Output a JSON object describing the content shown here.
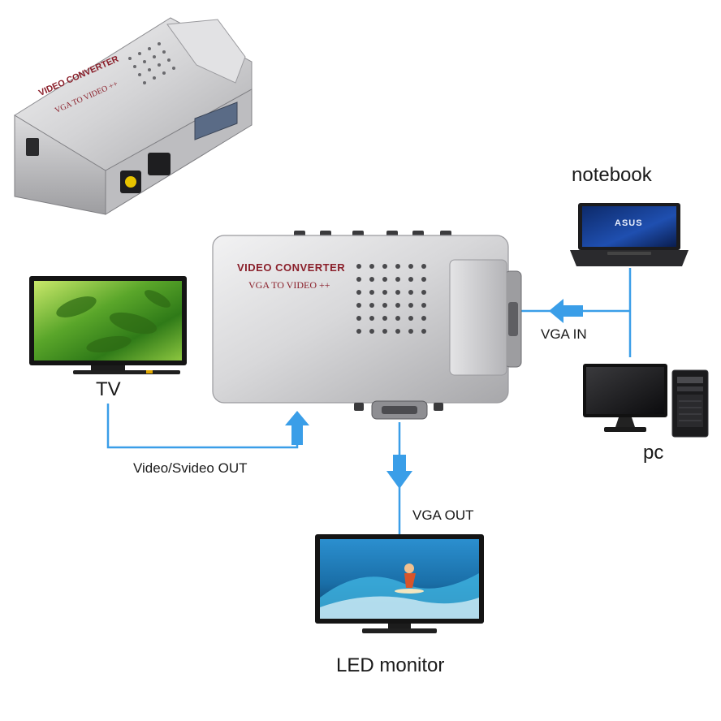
{
  "product": {
    "brand_line1": "VIDEO CONVERTER",
    "brand_line2": "VGA TO VIDEO ++"
  },
  "devices": {
    "notebook": "notebook",
    "pc": "pc",
    "tv": "TV",
    "monitor": "LED monitor",
    "notebook_logo": "ASUS"
  },
  "connections": {
    "vga_in": "VGA IN",
    "vga_out": "VGA OUT",
    "video_out": "Video/Svideo OUT"
  },
  "colors": {
    "connector_line": "#3a9ee8",
    "housing": "#c9c9cb",
    "brand_red": "#8a1f2a"
  }
}
